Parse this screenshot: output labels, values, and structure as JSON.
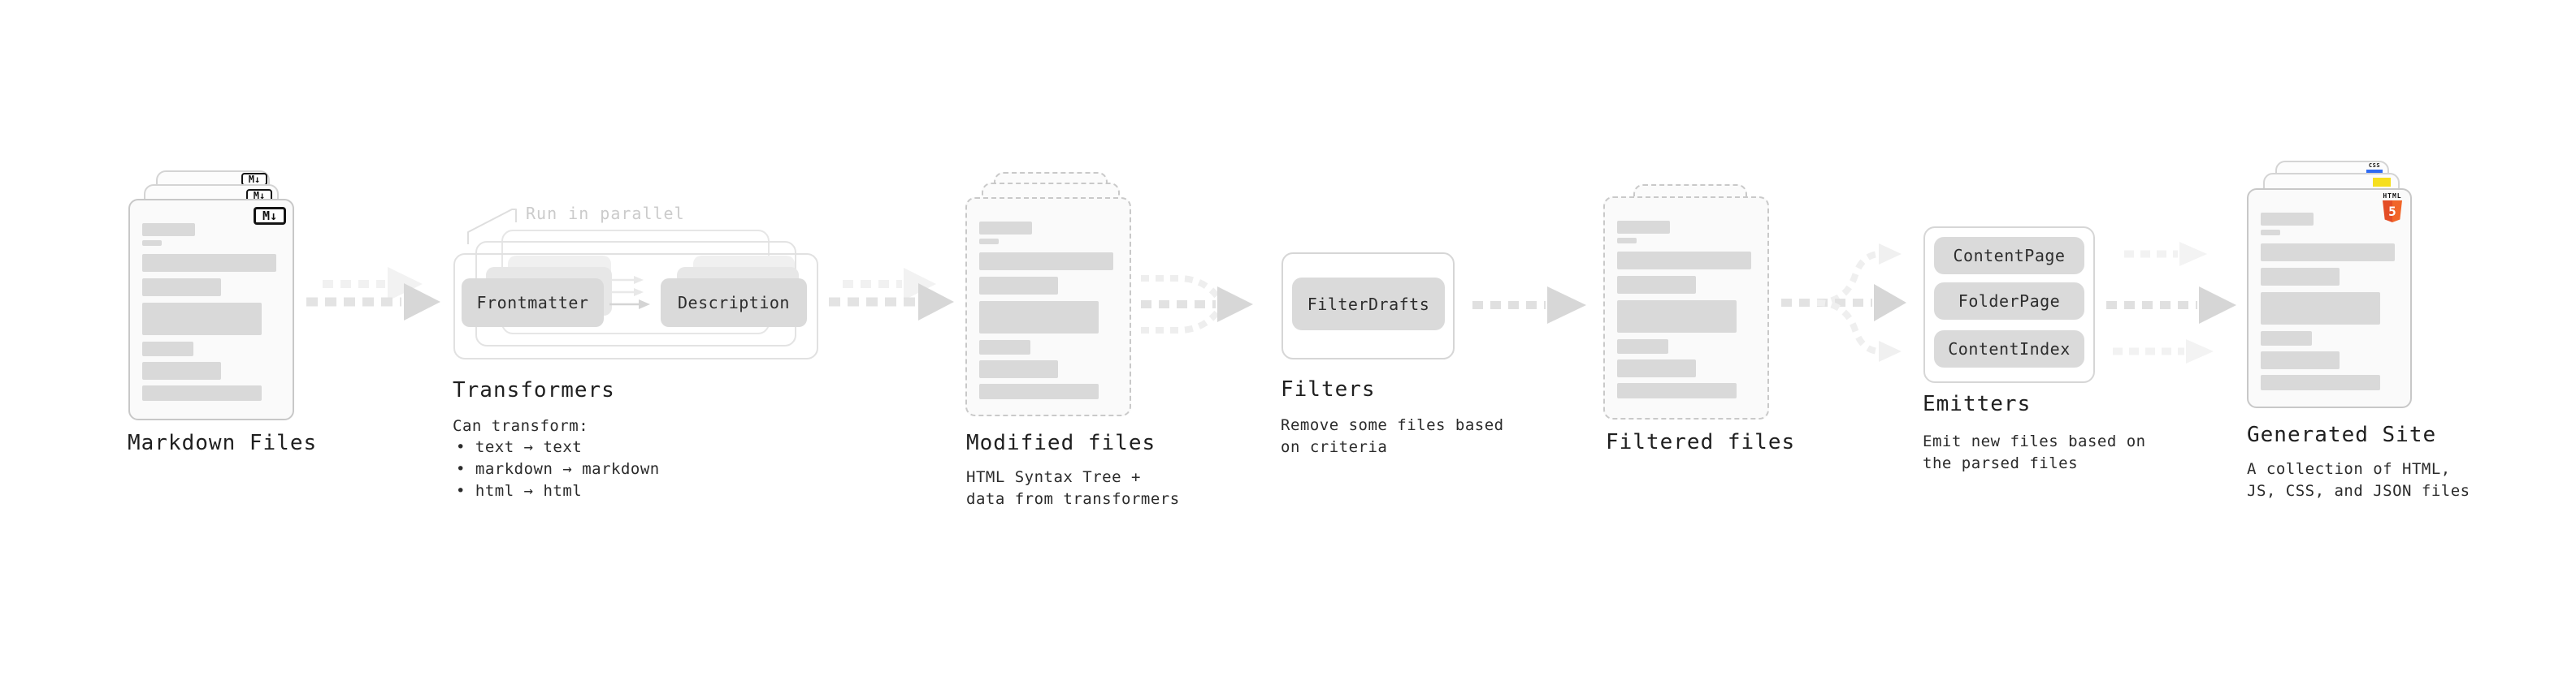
{
  "diagram": {
    "markdown_files": {
      "label": "Markdown Files",
      "badge": "M↓"
    },
    "transformers": {
      "label": "Transformers",
      "annotation": "Run in parallel",
      "pill_left": "Frontmatter",
      "pill_right": "Description",
      "caption_title": "Can transform:",
      "bullets": [
        "• text → text",
        "• markdown → markdown",
        "• html → html"
      ]
    },
    "modified_files": {
      "label": "Modified files",
      "caption": "HTML Syntax Tree +\ndata from transformers"
    },
    "filters": {
      "label": "Filters",
      "pill": "FilterDrafts",
      "caption": "Remove some files based\non criteria"
    },
    "filtered_files": {
      "label": "Filtered files"
    },
    "emitters": {
      "label": "Emitters",
      "pills": [
        "ContentPage",
        "FolderPage",
        "ContentIndex"
      ],
      "caption": "Emit new files based on\nthe parsed files"
    },
    "generated_site": {
      "label": "Generated Site",
      "caption": "A collection of HTML,\nJS, CSS, and JSON files",
      "css_badge": "CSS",
      "html_badge_title": "HTML",
      "html_badge_number": "5"
    }
  },
  "colors": {
    "bar_gray": "#d9d9d9",
    "arrow_gray": "#d7d7d7",
    "html5_orange": "#e44d26",
    "js_yellow": "#f6df1e",
    "css_blue": "#2f6bf2"
  }
}
